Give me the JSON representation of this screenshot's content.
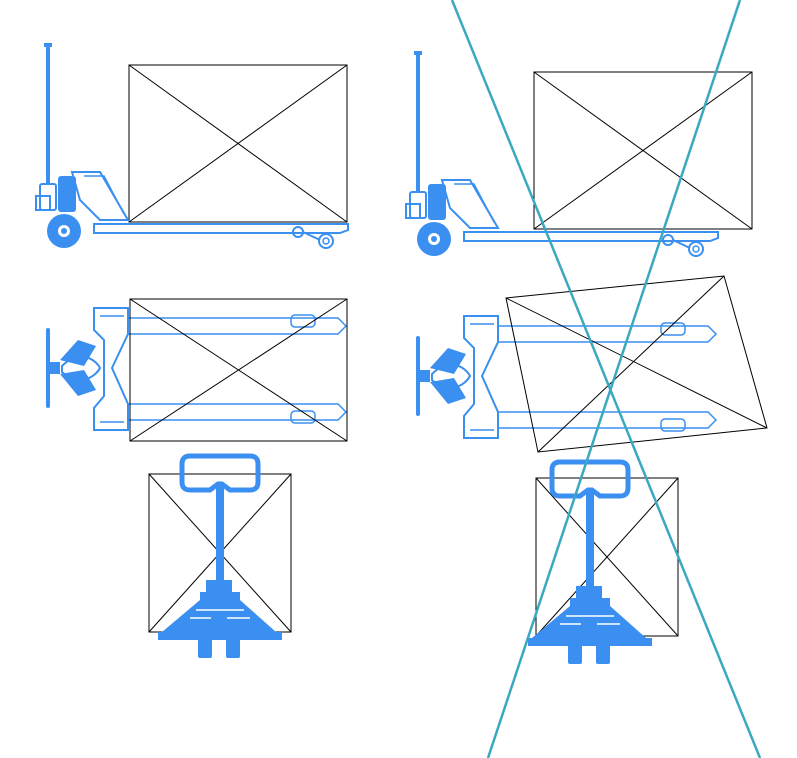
{
  "colors": {
    "pallet_truck_blue": "#3a8ff0",
    "cargo_outline": "#000000",
    "cross_out_lines": "#3aa8c0",
    "background": "#ffffff"
  },
  "panels": [
    {
      "id": "correct",
      "views": [
        "side",
        "top",
        "front"
      ],
      "status": "correct"
    },
    {
      "id": "incorrect",
      "views": [
        "side",
        "top",
        "front"
      ],
      "status": "crossed-out"
    }
  ]
}
